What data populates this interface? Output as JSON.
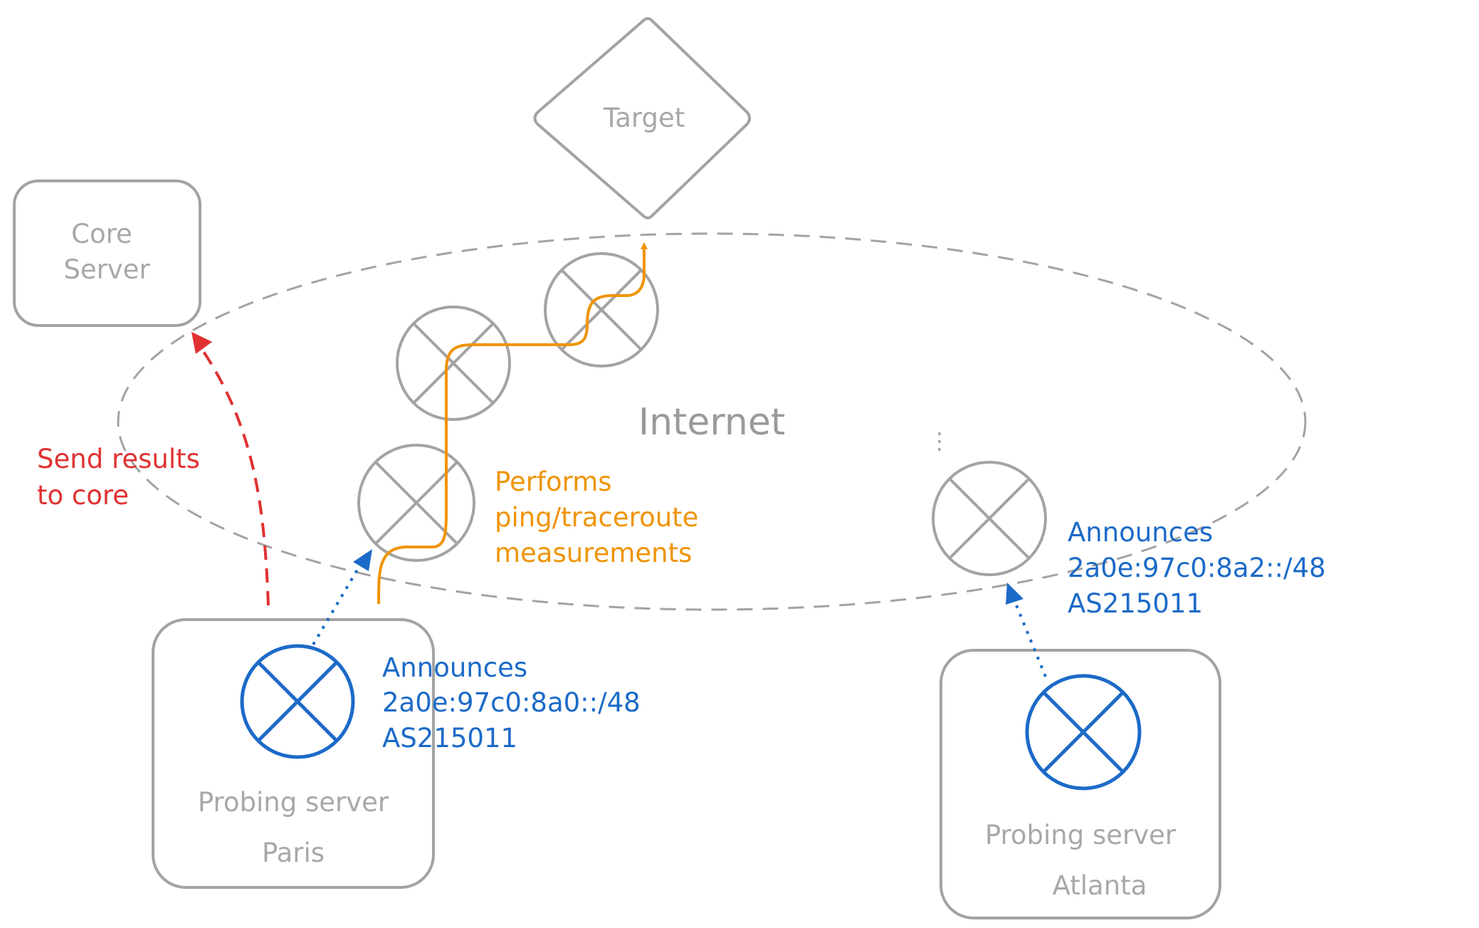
{
  "nodes": {
    "target": "Target",
    "core_server": [
      "Core",
      "Server"
    ],
    "internet": "Internet",
    "probe_paris": {
      "title": "Probing server",
      "city": "Paris"
    },
    "probe_atlanta": {
      "title": "Probing server",
      "city": "Atlanta"
    }
  },
  "annotations": {
    "send_results": [
      "Send results",
      "to core"
    ],
    "performs": [
      "Performs",
      "ping/traceroute",
      "measurements"
    ],
    "announce_paris": [
      "Announces",
      "2a0e:97c0:8a0::/48",
      "AS215011"
    ],
    "announce_atlanta": [
      "Announces",
      "2a0e:97c0:8a2::/48",
      "AS215011"
    ],
    "ellipsis": "⋮"
  },
  "colors": {
    "gray_stroke": "#a3a3a3",
    "gray_text": "#a8a8a8",
    "blue": "#1c6ac8",
    "orange": "#ef9404",
    "red": "#e03131"
  },
  "icons": [
    "router-icon"
  ]
}
